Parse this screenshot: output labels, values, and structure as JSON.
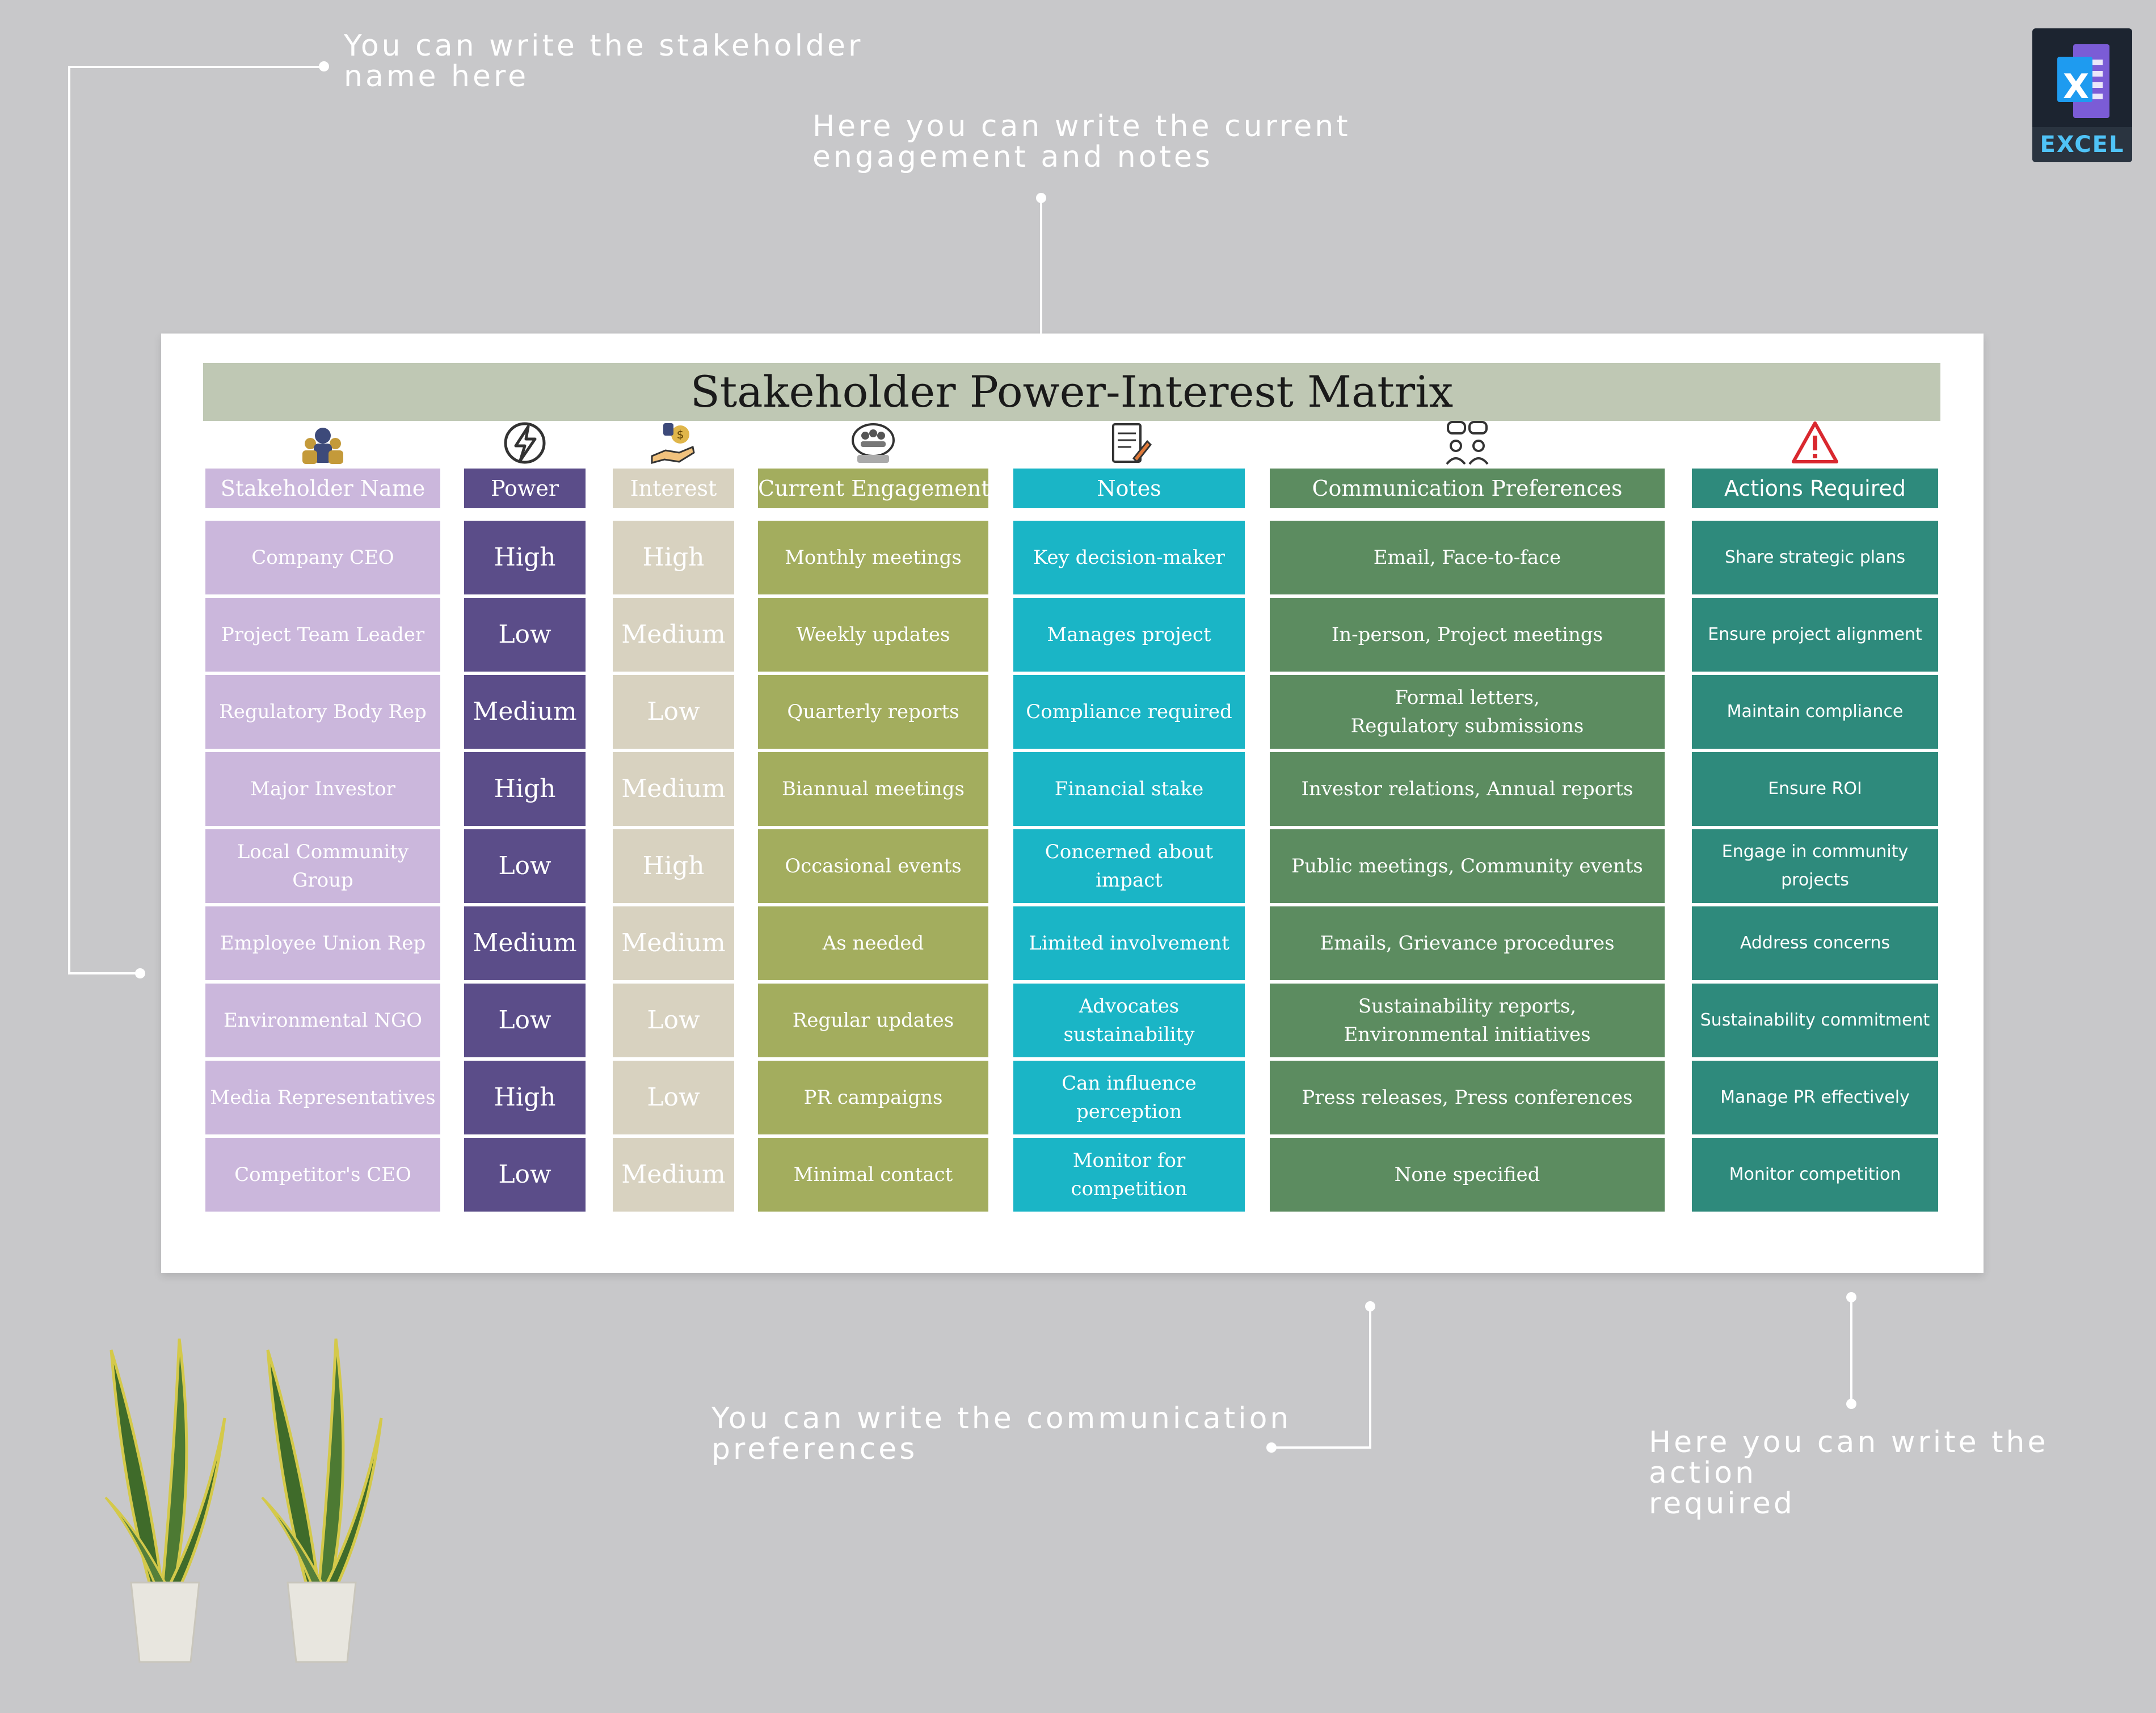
{
  "annotations": {
    "stakeholder_name": "You can write the stakeholder\nname here",
    "engagement_notes": "Here you can write the current\nengagement and notes",
    "communication": "You can write the communication\npreferences",
    "action": "Here you can write the action\nrequired"
  },
  "badge": {
    "label": "EXCEL",
    "letter": "X"
  },
  "title": "Stakeholder Power-Interest Matrix",
  "colors": {
    "stakeholder": "#cbb7dc",
    "power": "#5b4d89",
    "interest": "#d8d2c0",
    "engagement": "#a3ad5e",
    "notes": "#1ab5c6",
    "communication": "#5c8c60",
    "actions": "#2e8a7c",
    "title_bar": "#bfc8b4",
    "background": "#c8c8ca"
  },
  "columns": {
    "stakeholder": {
      "header": "Stakeholder Name",
      "icon": "people-group-icon",
      "rows": [
        "Company CEO",
        "Project Team Leader",
        "Regulatory Body Rep",
        "Major Investor",
        "Local Community Group",
        "Employee Union Rep",
        "Environmental NGO",
        "Media Representatives",
        "Competitor's CEO"
      ]
    },
    "power": {
      "header": "Power",
      "icon": "lightning-icon",
      "rows": [
        "High",
        "Low",
        "Medium",
        "High",
        "Low",
        "Medium",
        "Low",
        "High",
        "Low"
      ]
    },
    "interest": {
      "header": "Interest",
      "icon": "money-hand-icon",
      "rows": [
        "High",
        "Medium",
        "Low",
        "Medium",
        "High",
        "Medium",
        "Low",
        "Low",
        "Medium"
      ]
    },
    "engagement": {
      "header": "Current Engagement",
      "icon": "meeting-icon",
      "rows": [
        "Monthly meetings",
        "Weekly updates",
        "Quarterly reports",
        "Biannual meetings",
        "Occasional events",
        "As needed",
        "Regular updates",
        "PR campaigns",
        "Minimal contact"
      ]
    },
    "notes": {
      "header": "Notes",
      "icon": "notepad-icon",
      "rows": [
        "Key decision-maker",
        "Manages project",
        "Compliance required",
        "Financial stake",
        "Concerned about impact",
        "Limited involvement",
        "Advocates sustainability",
        "Can influence perception",
        "Monitor for competition"
      ]
    },
    "communication": {
      "header": "Communication Preferences",
      "icon": "chat-users-icon",
      "rows": [
        "Email, Face-to-face",
        "In-person, Project meetings",
        "Formal letters,\nRegulatory submissions",
        "Investor relations, Annual reports",
        "Public meetings, Community events",
        "Emails, Grievance procedures",
        "Sustainability reports,\nEnvironmental initiatives",
        "Press releases, Press conferences",
        "None specified"
      ]
    },
    "actions": {
      "header": "Actions Required",
      "icon": "warning-icon",
      "rows": [
        "Share strategic plans",
        "Ensure project alignment",
        "Maintain compliance",
        "Ensure ROI",
        "Engage in community projects",
        "Address concerns",
        "Sustainability commitment",
        "Manage PR effectively",
        "Monitor competition"
      ]
    }
  }
}
